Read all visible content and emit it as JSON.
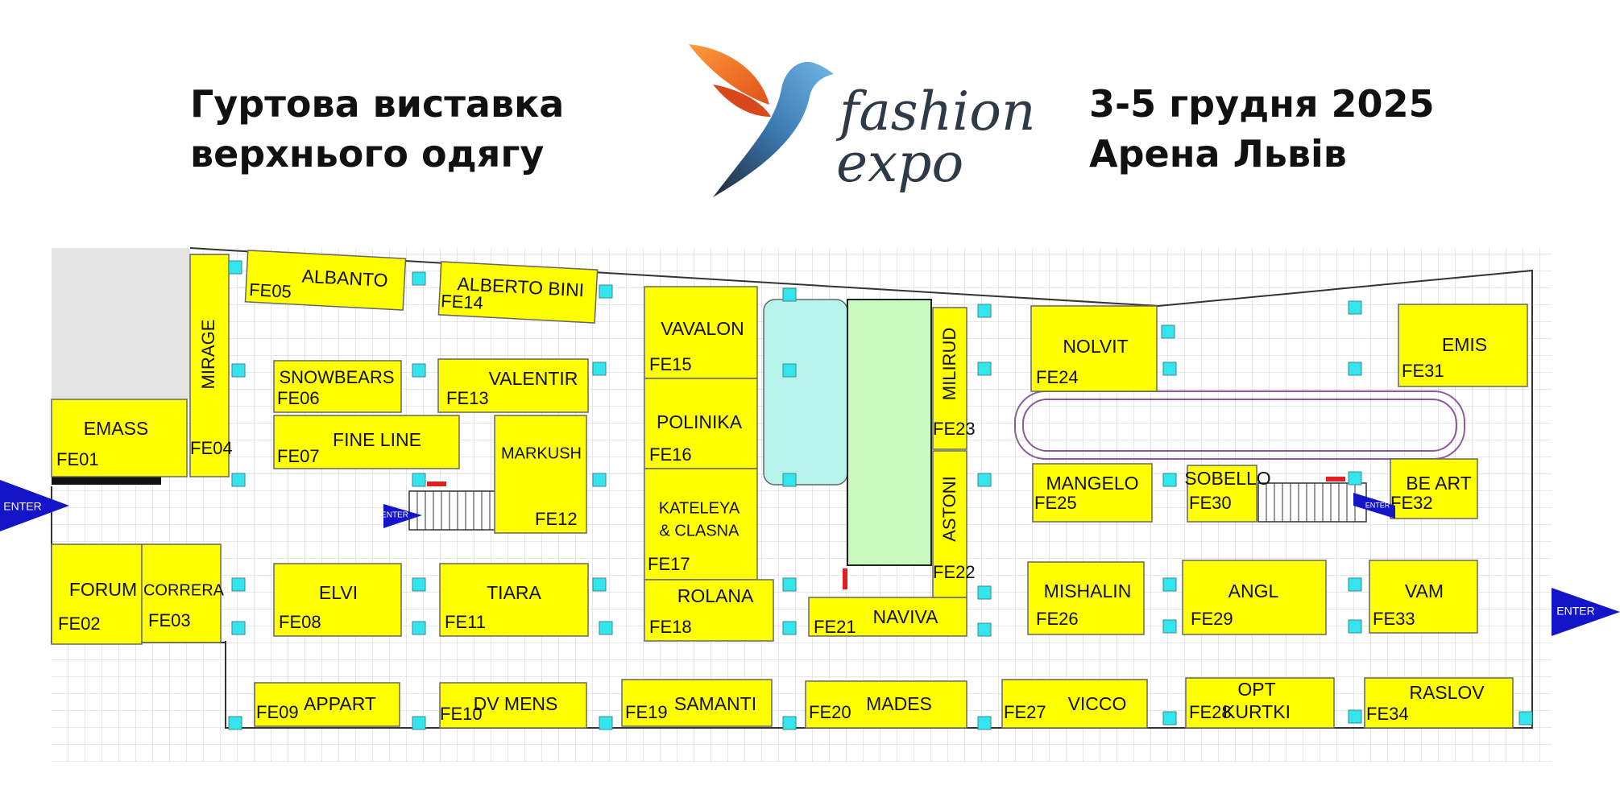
{
  "header": {
    "left_line1": "Гуртова виставка",
    "left_line2": "верхнього одягу",
    "right_line1": "3-5 грудня 2025",
    "right_line2": "Арена Львів",
    "logo_word1": "fashion",
    "logo_word2": "expo"
  },
  "colors": {
    "booth": "#ffff00",
    "pillar": "#33e6ee",
    "grid": "#cccccc",
    "enter_arrow": "#1414c8",
    "pool": "#b6f4ec",
    "stage": "#c8fac0"
  },
  "enter_label": "ENTER",
  "booths": [
    {
      "id": "FE01",
      "name": "EMASS"
    },
    {
      "id": "FE02",
      "name": "FORUM"
    },
    {
      "id": "FE03",
      "name": "CORRERA"
    },
    {
      "id": "FE04",
      "name": "MIRAGE"
    },
    {
      "id": "FE05",
      "name": "ALBANTO"
    },
    {
      "id": "FE06",
      "name": "SNOWBEARS"
    },
    {
      "id": "FE07",
      "name": "FINE LINE"
    },
    {
      "id": "FE08",
      "name": "ELVI"
    },
    {
      "id": "FE09",
      "name": "APPART"
    },
    {
      "id": "FE10",
      "name": "DV MENS"
    },
    {
      "id": "FE11",
      "name": "TIARA"
    },
    {
      "id": "FE12",
      "name": "MARKUSH"
    },
    {
      "id": "FE13",
      "name": "VALENTIR"
    },
    {
      "id": "FE14",
      "name": "ALBERTO BINI"
    },
    {
      "id": "FE15",
      "name": "VAVALON"
    },
    {
      "id": "FE16",
      "name": "POLINIKA"
    },
    {
      "id": "FE17",
      "name": "KATELEYA & CLASNA"
    },
    {
      "id": "FE18",
      "name": "ROLANA"
    },
    {
      "id": "FE19",
      "name": "SAMANTI"
    },
    {
      "id": "FE20",
      "name": "MADES"
    },
    {
      "id": "FE21",
      "name": "NAVIVA"
    },
    {
      "id": "FE22",
      "name": "ASTONI"
    },
    {
      "id": "FE23",
      "name": "MILIRUD"
    },
    {
      "id": "FE24",
      "name": "NOLVIT"
    },
    {
      "id": "FE25",
      "name": "MANGELO"
    },
    {
      "id": "FE26",
      "name": "MISHALIN"
    },
    {
      "id": "FE27",
      "name": "VICCO"
    },
    {
      "id": "FE28",
      "name": "OPT KURTKI"
    },
    {
      "id": "FE29",
      "name": "ANGL"
    },
    {
      "id": "FE30",
      "name": "SOBELLO"
    },
    {
      "id": "FE31",
      "name": "EMIS"
    },
    {
      "id": "FE32",
      "name": "BE ART"
    },
    {
      "id": "FE33",
      "name": "VAM"
    },
    {
      "id": "FE34",
      "name": "RASLOV"
    }
  ]
}
